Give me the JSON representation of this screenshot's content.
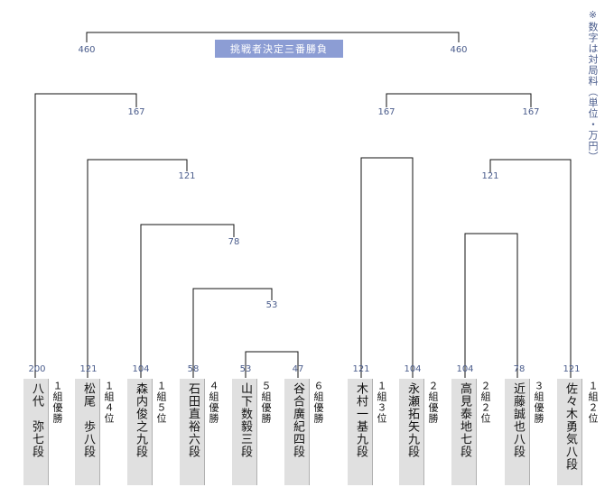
{
  "title": "挑戦者決定三番勝負",
  "note": "※数字は対局料（単位・万円）",
  "final_amounts": {
    "left": "460",
    "right": "460"
  },
  "players": [
    {
      "name": "八代　弥七段",
      "amount": "200",
      "qual": "１組優勝"
    },
    {
      "name": "松尾　歩八段",
      "amount": "121",
      "qual": "１組４位"
    },
    {
      "name": "森内俊之九段",
      "amount": "104",
      "qual": "１組５位"
    },
    {
      "name": "石田直裕六段",
      "amount": "58",
      "qual": "４組優勝"
    },
    {
      "name": "山下数毅三段",
      "amount": "53",
      "qual": "５組優勝"
    },
    {
      "name": "谷合廣紀四段",
      "amount": "47",
      "qual": "６組優勝"
    },
    {
      "name": "木村一基九段",
      "amount": "121",
      "qual": "１組３位"
    },
    {
      "name": "永瀬拓矢九段",
      "amount": "104",
      "qual": "２組優勝"
    },
    {
      "name": "高見泰地七段",
      "amount": "104",
      "qual": "２組２位"
    },
    {
      "name": "近藤誠也八段",
      "amount": "78",
      "qual": "３組優勝"
    },
    {
      "name": "佐々木勇気八段",
      "amount": "121",
      "qual": "１組２位"
    }
  ],
  "match_amounts": {
    "l1": "53",
    "l2": "78",
    "l3": "121",
    "l4": "167",
    "r1": "121",
    "r2": "167",
    "r3": "167"
  }
}
